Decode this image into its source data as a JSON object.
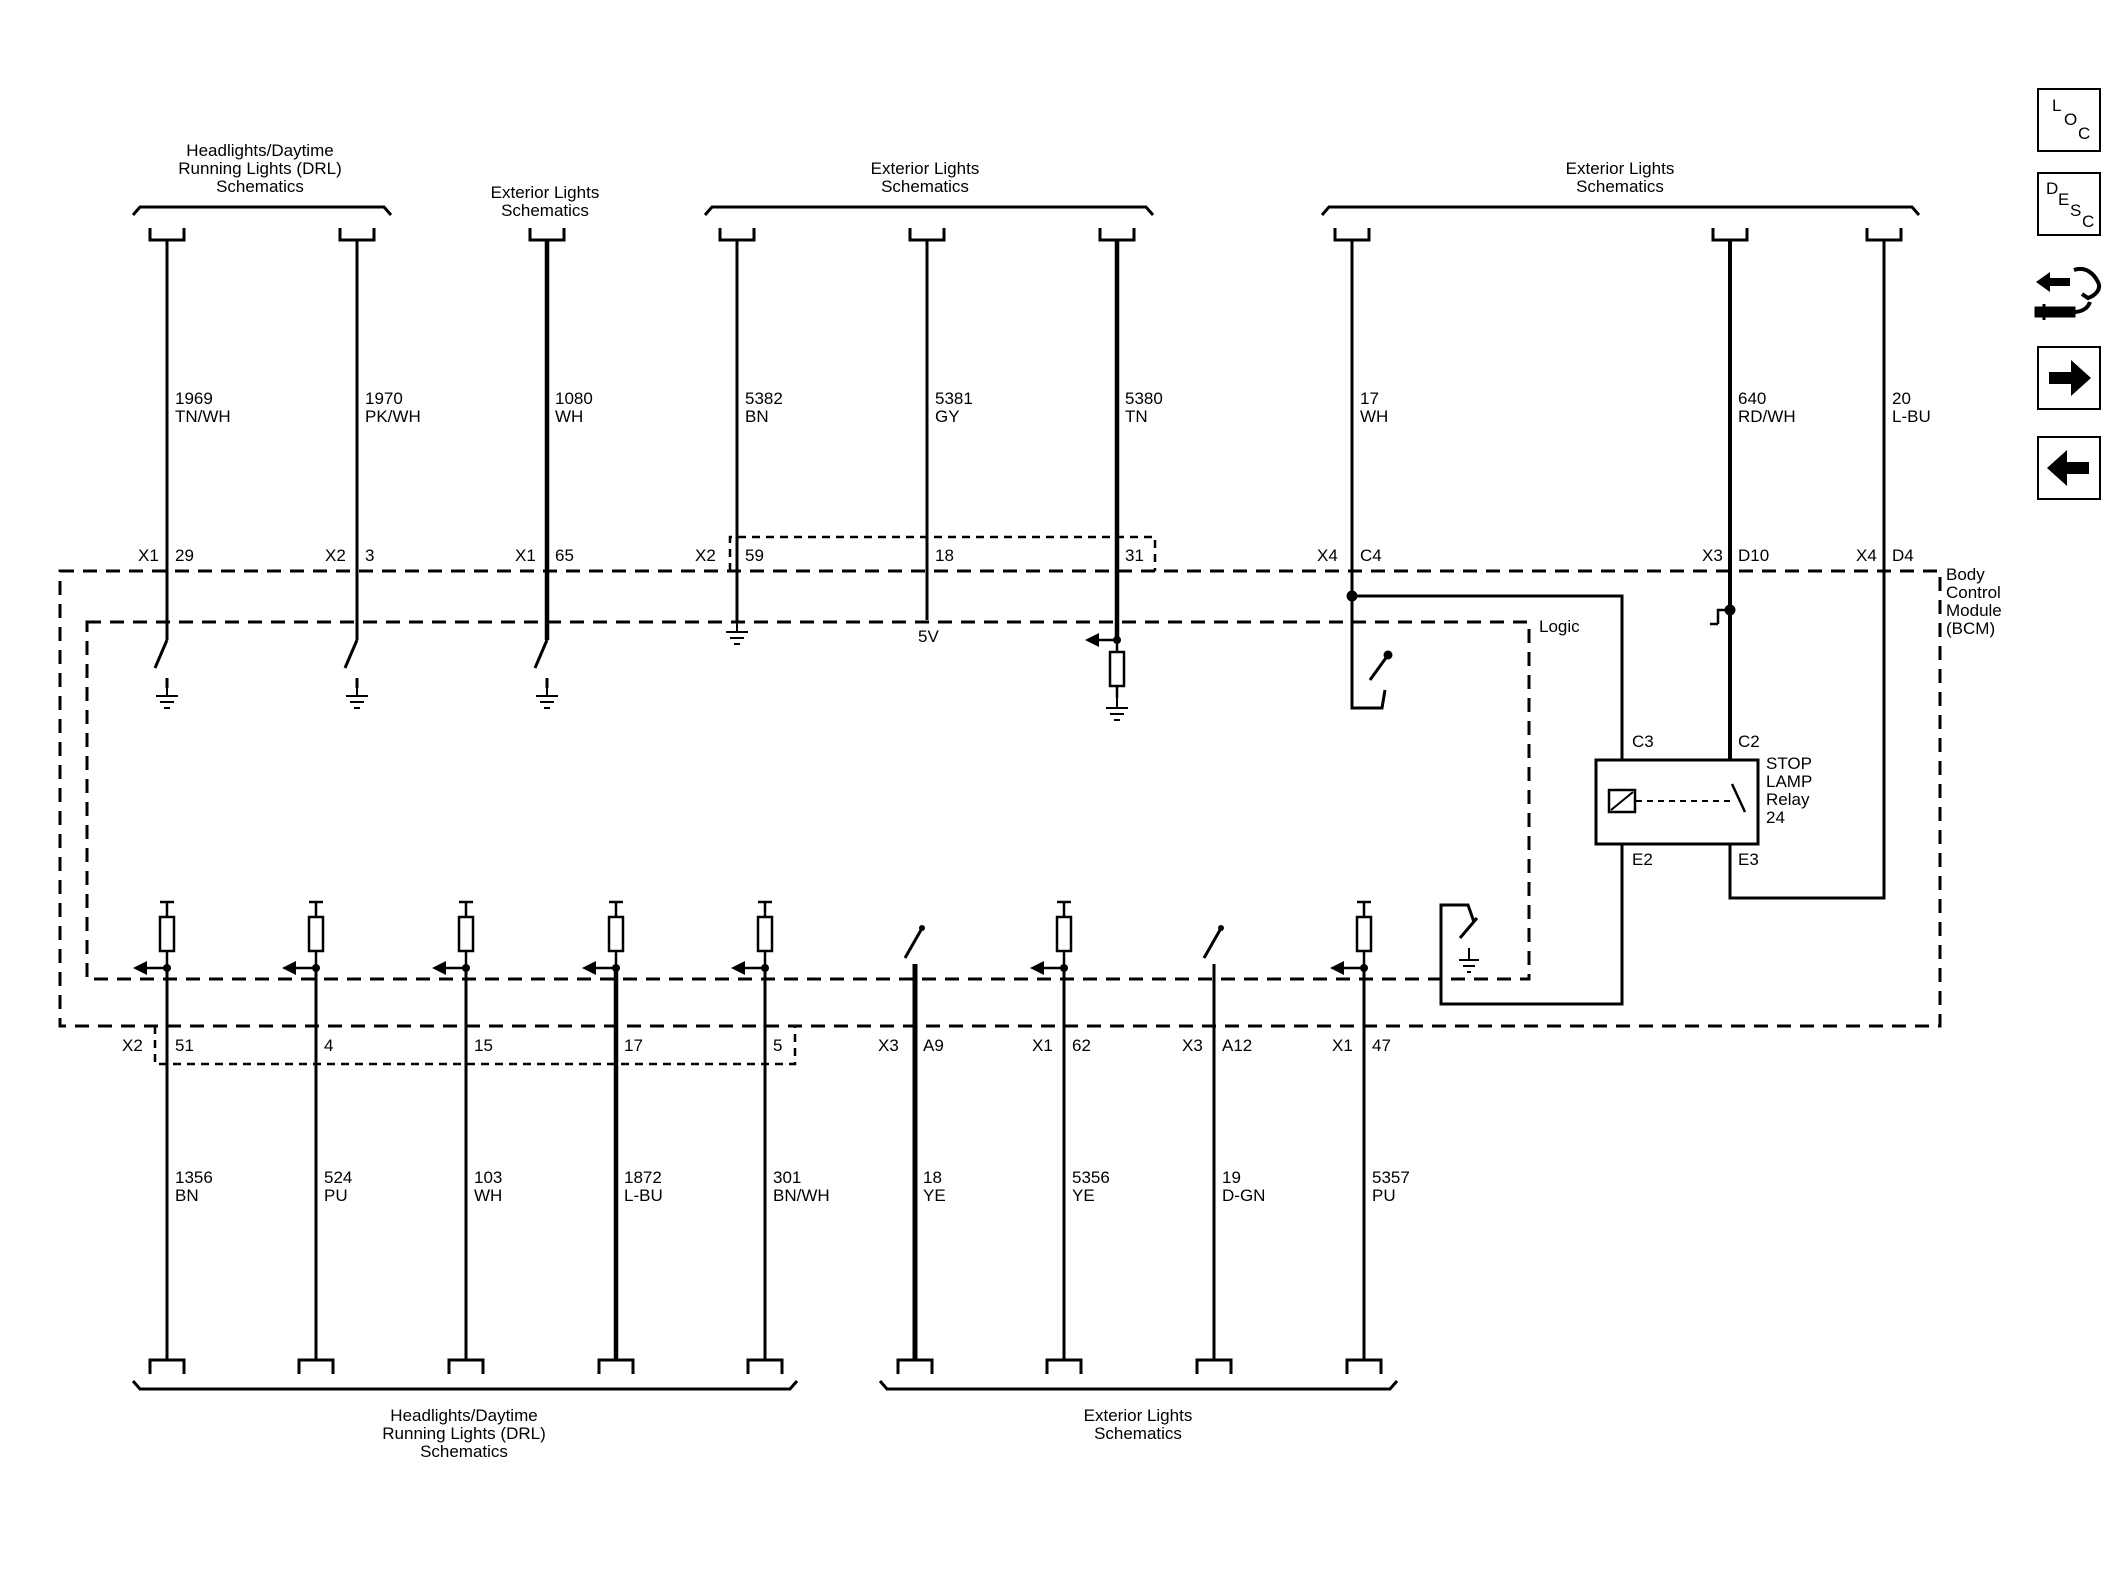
{
  "headers": {
    "top_drl": [
      "Headlights/Daytime",
      "Running Lights (DRL)",
      "Schematics"
    ],
    "top_ext1": [
      "Exterior Lights",
      "Schematics"
    ],
    "top_ext2": [
      "Exterior Lights",
      "Schematics"
    ],
    "top_ext3": [
      "Exterior Lights",
      "Schematics"
    ],
    "bottom_drl": [
      "Headlights/Daytime",
      "Running Lights (DRL)",
      "Schematics"
    ],
    "bottom_ext": [
      "Exterior Lights",
      "Schematics"
    ]
  },
  "module": {
    "name": [
      "Body",
      "Control",
      "Module",
      "(BCM)"
    ],
    "logic_label": "Logic"
  },
  "relay": {
    "name": [
      "STOP",
      "LAMP",
      "Relay",
      "24"
    ],
    "pins": [
      "C3",
      "C2",
      "E2",
      "E3"
    ]
  },
  "voltage_label": "5V",
  "top_circuits": [
    {
      "circuit": "1969",
      "color": "TN/WH",
      "connector": "X1",
      "pin": "29"
    },
    {
      "circuit": "1970",
      "color": "PK/WH",
      "connector": "X2",
      "pin": "3"
    },
    {
      "circuit": "1080",
      "color": "WH",
      "connector": "X1",
      "pin": "65"
    },
    {
      "circuit": "5382",
      "color": "BN",
      "connector": "X2",
      "pin": "59"
    },
    {
      "circuit": "5381",
      "color": "GY",
      "connector": "",
      "pin": "18"
    },
    {
      "circuit": "5380",
      "color": "TN",
      "connector": "",
      "pin": "31"
    },
    {
      "circuit": "17",
      "color": "WH",
      "connector": "X4",
      "pin": "C4"
    },
    {
      "circuit": "640",
      "color": "RD/WH",
      "connector": "X3",
      "pin": "D10"
    },
    {
      "circuit": "20",
      "color": "L-BU",
      "connector": "X4",
      "pin": "D4"
    }
  ],
  "bottom_circuits": [
    {
      "circuit": "1356",
      "color": "BN",
      "connector": "X2",
      "pin": "51"
    },
    {
      "circuit": "524",
      "color": "PU",
      "connector": "",
      "pin": "4"
    },
    {
      "circuit": "103",
      "color": "WH",
      "connector": "",
      "pin": "15"
    },
    {
      "circuit": "1872",
      "color": "L-BU",
      "connector": "",
      "pin": "17"
    },
    {
      "circuit": "301",
      "color": "BN/WH",
      "connector": "",
      "pin": "5"
    },
    {
      "circuit": "18",
      "color": "YE",
      "connector": "X3",
      "pin": "A9"
    },
    {
      "circuit": "5356",
      "color": "YE",
      "connector": "X1",
      "pin": "62"
    },
    {
      "circuit": "19",
      "color": "D-GN",
      "connector": "X3",
      "pin": "A12"
    },
    {
      "circuit": "5357",
      "color": "PU",
      "connector": "X1",
      "pin": "47"
    }
  ],
  "nav_buttons": [
    {
      "icon": "loc-icon",
      "letters": [
        "L",
        "O",
        "C"
      ]
    },
    {
      "icon": "desc-icon",
      "letters": [
        "D",
        "E",
        "S",
        "C"
      ]
    },
    {
      "icon": "connector-tool-icon"
    },
    {
      "icon": "arrow-right-icon"
    },
    {
      "icon": "arrow-left-icon"
    }
  ]
}
